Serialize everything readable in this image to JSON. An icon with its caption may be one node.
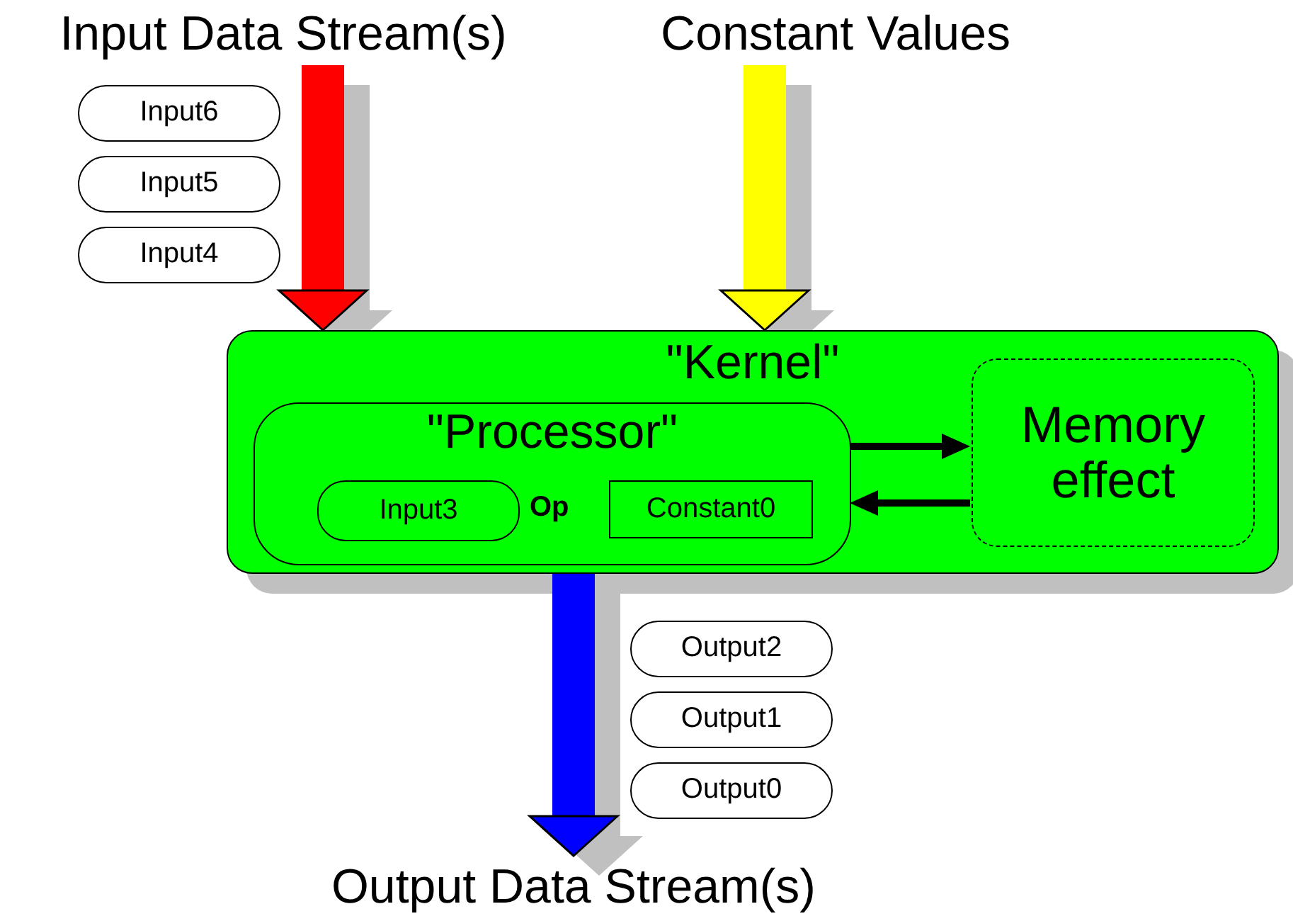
{
  "diagram": {
    "nodes": [
      {
        "text": [
          "Input Data Stream(s)"
        ]
      },
      {
        "text": [
          "Constant Values"
        ]
      },
      {
        "text": [
          "Input6"
        ]
      },
      {
        "text": [
          "Input5"
        ]
      },
      {
        "text": [
          "Input4"
        ]
      },
      {
        "text": [
          "\"Kernel\""
        ]
      },
      {
        "text": [
          "\"Processor\""
        ],
        "in": 5
      },
      {
        "text": [
          "Input3"
        ],
        "in": 6
      },
      {
        "text": [
          "Constant0"
        ],
        "in": 6
      },
      {
        "text": [
          "Memory effect"
        ],
        "in": 5
      },
      {
        "text": [
          "Output2"
        ]
      },
      {
        "text": [
          "Output1"
        ]
      },
      {
        "text": [
          "Output0"
        ]
      },
      {
        "text": [
          "Output Data Stream(s)"
        ]
      }
    ],
    "edges": [
      {
        "from": 0,
        "to": 5,
        "arrow": "to",
        "color": "#ff0000"
      },
      {
        "from": 1,
        "to": 5,
        "arrow": "to",
        "color": "#ffff00"
      },
      {
        "from": 5,
        "to": 13,
        "arrow": "to",
        "color": "#0000ff"
      },
      {
        "from": 6,
        "to": 9,
        "arrow": "to"
      },
      {
        "from": 9,
        "to": 6,
        "arrow": "to"
      }
    ],
    "labels": [
      "Op"
    ]
  }
}
